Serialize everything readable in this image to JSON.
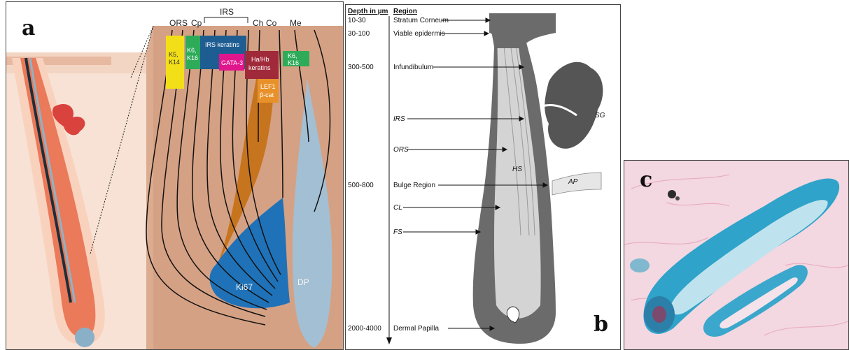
{
  "panel_a": {
    "letter": "a",
    "layers": {
      "ors": "ORS",
      "cp": "Cp",
      "irs": "IRS",
      "ch": "Ch",
      "co": "Co",
      "me": "Me"
    },
    "markers": {
      "k5_k14": [
        "K5,",
        "K14"
      ],
      "k6_k16_left": [
        "K6,",
        "K16"
      ],
      "irs_keratins": "IRS keratins",
      "gata3": "GATA-3",
      "ha_hb": [
        "Ha/Hb",
        "keratins"
      ],
      "lef1": [
        "LEF1",
        "β-cat"
      ],
      "k6_k16_right": [
        "K6,",
        "K16"
      ]
    },
    "ki67": "Ki67",
    "dp": "DP",
    "colors": {
      "k5": "#f2df17",
      "k6": "#2eab59",
      "irs": "#1e5d92",
      "gata3": "#e1158c",
      "hahb": "#a02a3a",
      "lef1": "#e8912a",
      "cortex": "#c7741e",
      "ki67": "#1f72b8",
      "skin": "#d5a184"
    }
  },
  "panel_b": {
    "letter": "b",
    "header_depth": "Depth in µm",
    "header_region": "Region",
    "rows": [
      {
        "depth": "10-30",
        "region": "Stratum Corneum"
      },
      {
        "depth": "30-100",
        "region": "Viable epidermis"
      },
      {
        "depth": "300-500",
        "region": "Infundibulum"
      },
      {
        "depth": "",
        "region": "IRS"
      },
      {
        "depth": "",
        "region": "ORS"
      },
      {
        "depth": "500-800",
        "region": "Bulge Region"
      },
      {
        "depth": "",
        "region": "CL"
      },
      {
        "depth": "",
        "region": "FS"
      },
      {
        "depth": "2000-4000",
        "region": "Dermal Papilla"
      }
    ],
    "labels": {
      "sg": "SG",
      "hs": "HS",
      "ap": "AP"
    }
  },
  "panel_c": {
    "letter": "c"
  }
}
